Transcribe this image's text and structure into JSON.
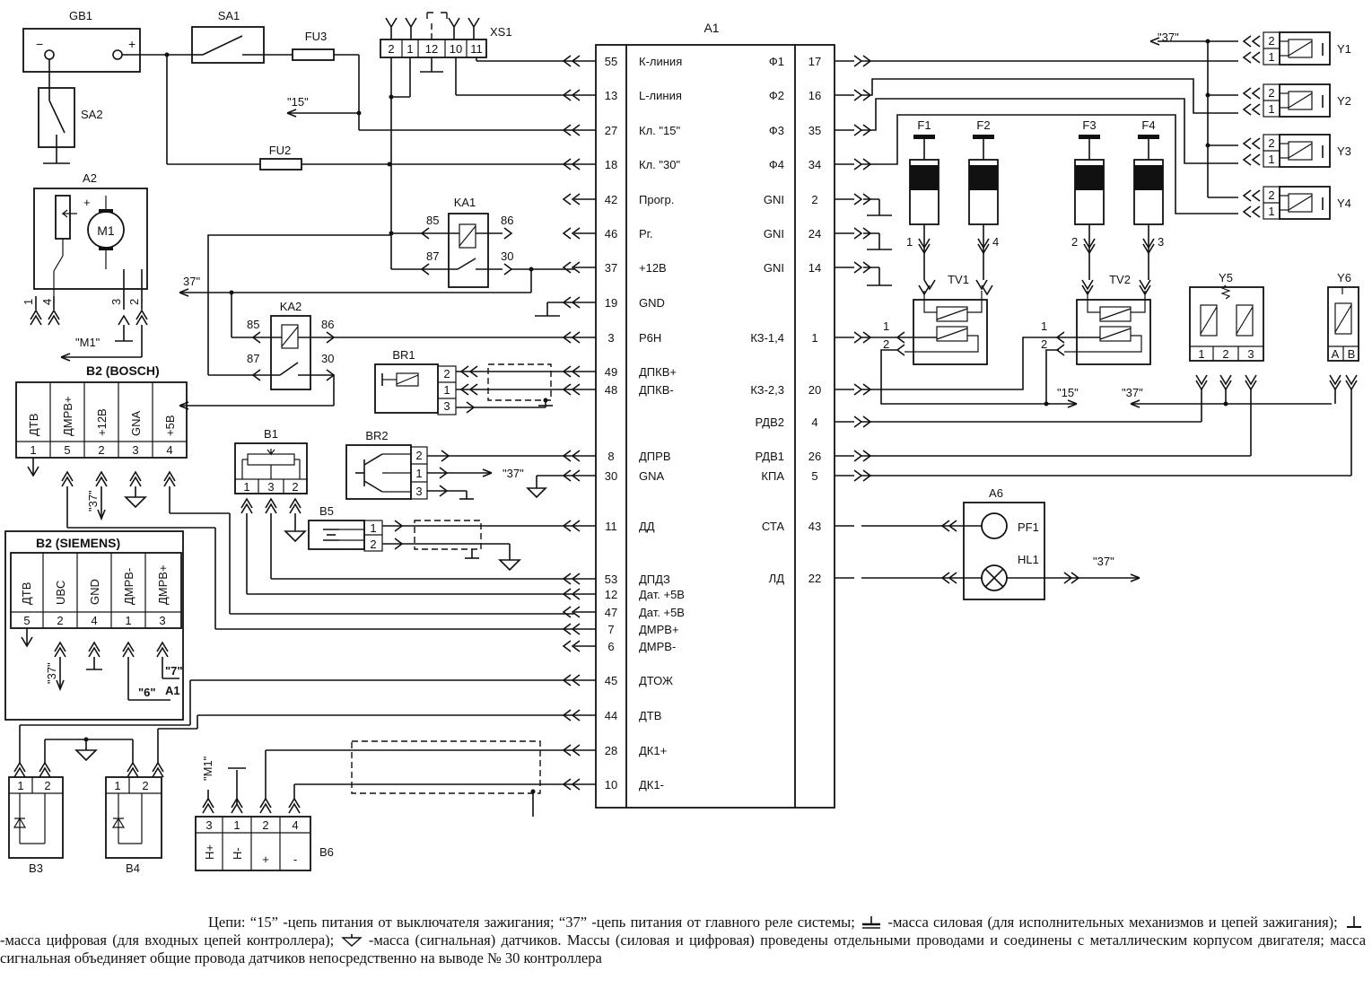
{
  "ecu": {
    "name": "A1",
    "left_pins": [
      {
        "num": "55",
        "label": "К-линия"
      },
      {
        "num": "13",
        "label": "L-линия"
      },
      {
        "num": "27",
        "label": "Кл. \"15\""
      },
      {
        "num": "18",
        "label": "Кл. \"30\""
      },
      {
        "num": "42",
        "label": "Прогр."
      },
      {
        "num": "46",
        "label": "Рг."
      },
      {
        "num": "37",
        "label": "+12В"
      },
      {
        "num": "19",
        "label": "GND"
      },
      {
        "num": "3",
        "label": "Р6Н"
      },
      {
        "num": "49",
        "label": "ДПКВ+"
      },
      {
        "num": "48",
        "label": "ДПКВ-"
      },
      {
        "num": "8",
        "label": "ДПРВ"
      },
      {
        "num": "30",
        "label": "GNA"
      },
      {
        "num": "11",
        "label": "ДД"
      },
      {
        "num": "53",
        "label": "ДПДЗ"
      },
      {
        "num": "12",
        "label": "Дат. +5В"
      },
      {
        "num": "47",
        "label": "Дат. +5В"
      },
      {
        "num": "7",
        "label": "ДМРВ+"
      },
      {
        "num": "6",
        "label": "ДМРВ-"
      },
      {
        "num": "45",
        "label": "ДТОЖ"
      },
      {
        "num": "44",
        "label": "ДТВ"
      },
      {
        "num": "28",
        "label": "ДК1+"
      },
      {
        "num": "10",
        "label": "ДК1-"
      }
    ],
    "right_pins": [
      {
        "num": "17",
        "label": "Ф1"
      },
      {
        "num": "16",
        "label": "Ф2"
      },
      {
        "num": "35",
        "label": "Ф3"
      },
      {
        "num": "34",
        "label": "Ф4"
      },
      {
        "num": "2",
        "label": "GNI"
      },
      {
        "num": "24",
        "label": "GNI"
      },
      {
        "num": "14",
        "label": "GNI"
      },
      {
        "num": "1",
        "label": "КЗ-1,4"
      },
      {
        "num": "20",
        "label": "КЗ-2,3"
      },
      {
        "num": "4",
        "label": "РДВ2"
      },
      {
        "num": "26",
        "label": "РДВ1"
      },
      {
        "num": "5",
        "label": "КПА"
      },
      {
        "num": "43",
        "label": "СТА"
      },
      {
        "num": "22",
        "label": "ЛД"
      }
    ]
  },
  "components": {
    "gb1": "GB1",
    "sa1": "SA1",
    "sa2": "SA2",
    "fu3": "FU3",
    "fu2": "FU2",
    "xs1": "XS1",
    "xs1_pins": [
      "2",
      "1",
      "12",
      "10",
      "11"
    ],
    "a2": "A2",
    "m1": "M1",
    "a2_pins": [
      "1",
      "4",
      "3",
      "2"
    ],
    "ka1": "KA1",
    "ka1_pins": [
      "85",
      "86",
      "87",
      "30"
    ],
    "ka2": "KA2",
    "ka2_pins": [
      "85",
      "86",
      "87",
      "30"
    ],
    "br1": "BR1",
    "br1_pins": [
      "2",
      "1",
      "3"
    ],
    "br2": "BR2",
    "br2_pins": [
      "2",
      "1",
      "3"
    ],
    "b1": "B1",
    "b1_pins": [
      "1",
      "3",
      "2"
    ],
    "b5": "B5",
    "b5_pins": [
      "1",
      "2"
    ],
    "b2_bosch": {
      "title": "B2 (BOSCH)",
      "cols": [
        "ДТВ",
        "ДМРВ+",
        "+12В",
        "GNA",
        "+5В"
      ],
      "pins": [
        "1",
        "5",
        "2",
        "3",
        "4"
      ]
    },
    "b2_siemens": {
      "title": "B2 (SIEMENS)",
      "cols": [
        "ДТВ",
        "UBC",
        "GND",
        "ДМРВ-",
        "ДМРВ+"
      ],
      "pins": [
        "5",
        "2",
        "4",
        "1",
        "3"
      ]
    },
    "b3": "B3",
    "b4": "B4",
    "b3_pins": [
      "1",
      "2"
    ],
    "b4_pins": [
      "1",
      "2"
    ],
    "b6": "B6",
    "b6_pins": [
      "3",
      "1",
      "2",
      "4"
    ],
    "b6_marks": [
      "Н+",
      "Н-",
      "+",
      "-"
    ],
    "injectors": [
      "Y1",
      "Y2",
      "Y3",
      "Y4"
    ],
    "inj_pins": [
      "2",
      "1"
    ],
    "plugs": [
      "F1",
      "F2",
      "F3",
      "F4"
    ],
    "plug_nums": [
      "1",
      "4",
      "2",
      "3"
    ],
    "tv1": "TV1",
    "tv2": "TV2",
    "tv_pins": [
      "1",
      "2"
    ],
    "y5": "Y5",
    "y5_pins": [
      "1",
      "2",
      "3"
    ],
    "y6": "Y6",
    "y6_pins": [
      "A",
      "B"
    ],
    "a6": "A6",
    "pf1": "PF1",
    "hl1": "HL1"
  },
  "net_labels": {
    "n15": "\"15\"",
    "n37": "37\"",
    "n37q": "\"37\"",
    "m1": "\"M1\"",
    "n6": "\"6\"",
    "n7": "\"7\"",
    "a1ref": "A1"
  },
  "caption": {
    "part1": "Цепи: “15” -цепь питания от выключателя зажигания; “37” -цепь питания от главного реле системы;",
    "part2": "-масса силовая (для исполнительных механизмов и цепей зажигания);",
    "part3": "-масса цифровая (для входных цепей контроллера);",
    "part4": "-масса (сигнальная) датчиков. Массы (силовая и цифровая) проведены отдельными проводами и соединены с металлическим корпусом двигателя; масса сигнальная объединяет общие провода датчиков непосредственно на выводе № 30 контроллера"
  }
}
